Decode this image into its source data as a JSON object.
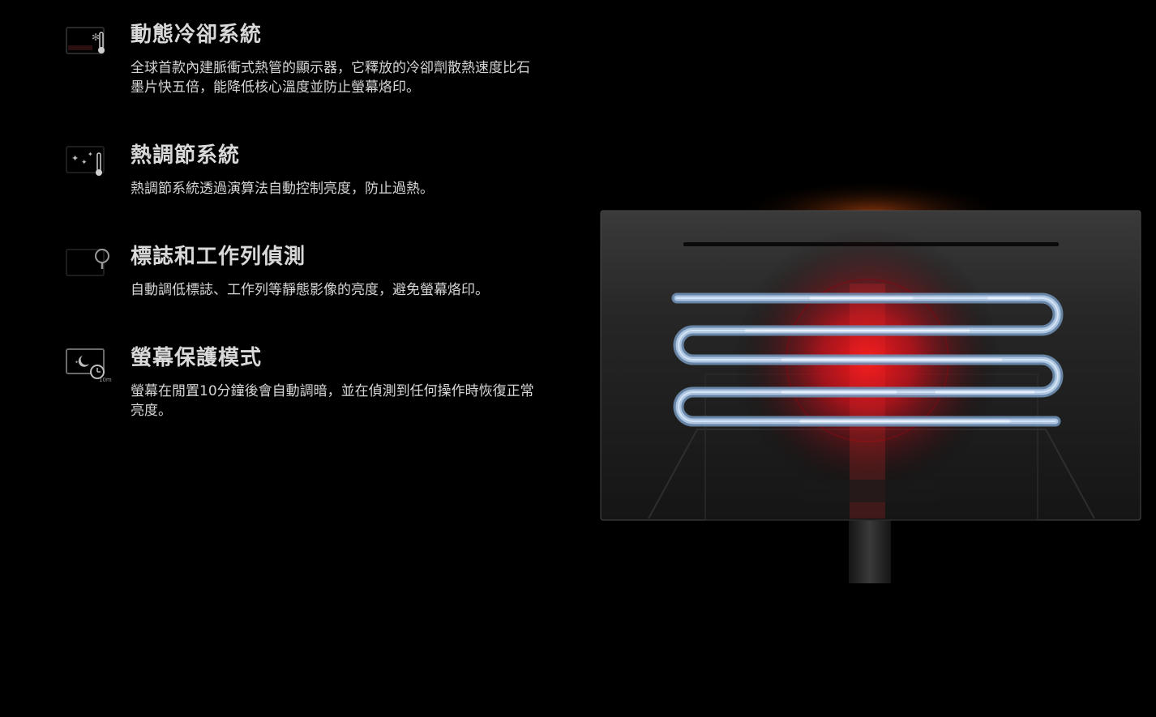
{
  "features": [
    {
      "icon": "snowflake-thermometer-icon",
      "title": "動態冷卻系統",
      "description": "全球首款內建脈衝式熱管的顯示器，它釋放的冷卻劑散熱速度比石墨片快五倍，能降低核心溫度並防止螢幕烙印。"
    },
    {
      "icon": "sparkle-thermometer-icon",
      "title": "熱調節系統",
      "description": "熱調節系統透過演算法自動控制亮度，防止過熱。"
    },
    {
      "icon": "screen-magnifier-icon",
      "title": "標誌和工作列偵測",
      "description": "自動調低標誌、工作列等靜態影像的亮度，避免螢幕烙印。"
    },
    {
      "icon": "screen-moon-timer-icon",
      "title": "螢幕保護模式",
      "description": "螢幕在閒置10分鐘後會自動調暗，並在偵測到任何操作時恢復正常亮度。",
      "icon_badge": "10m"
    }
  ],
  "colors": {
    "background": "#000000",
    "heat_glow": "#e0141c",
    "heat_pipe": "#a9c6e6",
    "text_title": "#d9d9d9",
    "text_body": "#d6d6d6"
  }
}
